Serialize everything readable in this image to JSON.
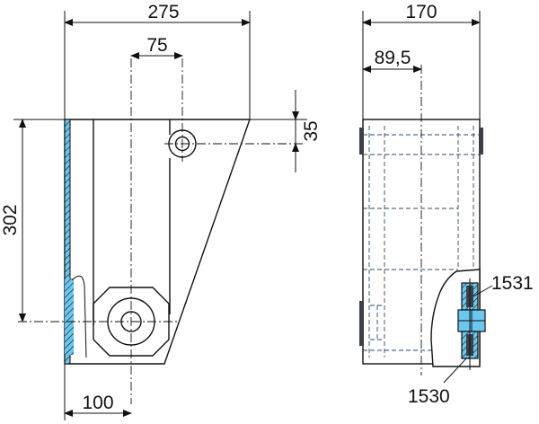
{
  "drawing": {
    "colors": {
      "body_fill": "#6cc7ee",
      "line": "#111111",
      "background": "#ffffff"
    },
    "dimensions": {
      "overall_width": "275",
      "hole_spacing": "75",
      "top_hole_offset": "35",
      "height": "302",
      "bottom_hole_offset": "100",
      "side_width": "170",
      "side_center_offset": "89,5"
    },
    "part_labels": {
      "upper": "1531",
      "lower": "1530"
    }
  }
}
